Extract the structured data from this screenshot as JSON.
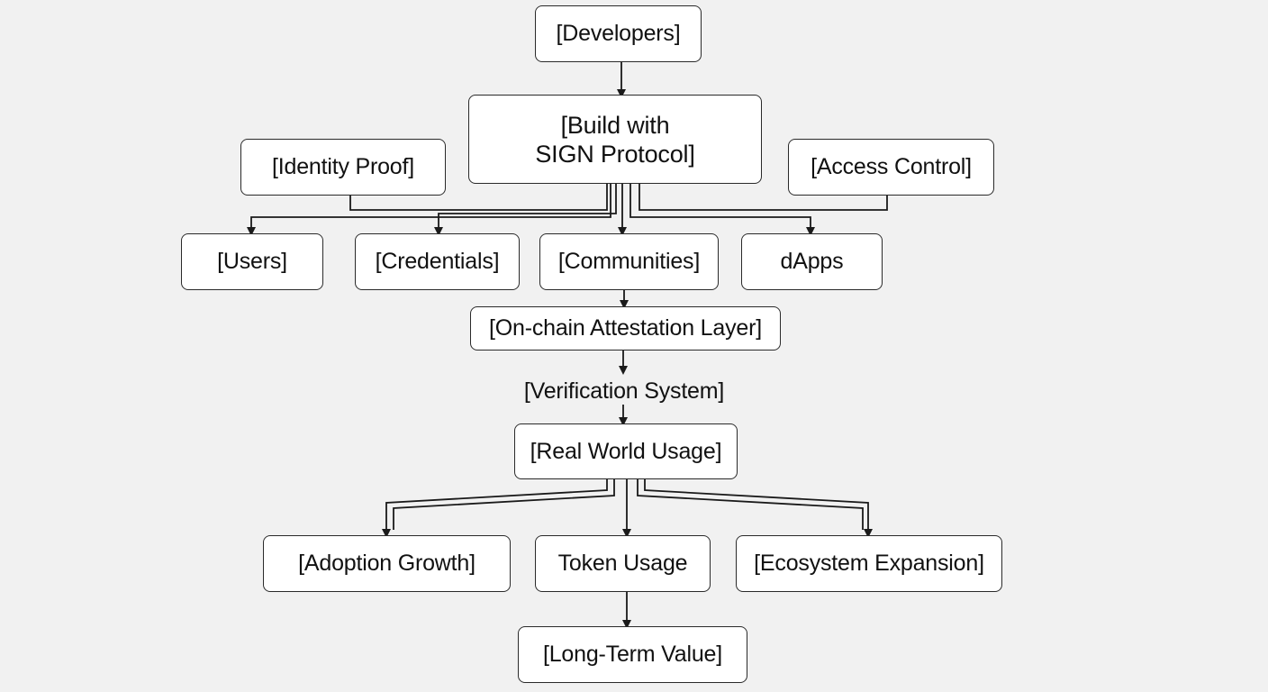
{
  "nodes": {
    "developers": "[Developers]",
    "build_line1": "[Build with",
    "build_line2": "SIGN Protocol]",
    "identity_proof": "[Identity Proof]",
    "access_control": "[Access Control]",
    "users": "[Users]",
    "credentials": "[Credentials]",
    "communities": "[Communities]",
    "dapps": "dApps",
    "attestation_layer": "[On-chain Attestation Layer]",
    "verification_system": "[Verification System]",
    "real_world_usage": "[Real World Usage]",
    "adoption_growth": "[Adoption Growth]",
    "token_usage": "Token Usage",
    "ecosystem_expansion": "[Ecosystem Expansion]",
    "long_term_value": "[Long-Term Value]"
  },
  "colors": {
    "background": "#f1f1f1",
    "box_fill": "#ffffff",
    "stroke": "#1a1a1a"
  }
}
